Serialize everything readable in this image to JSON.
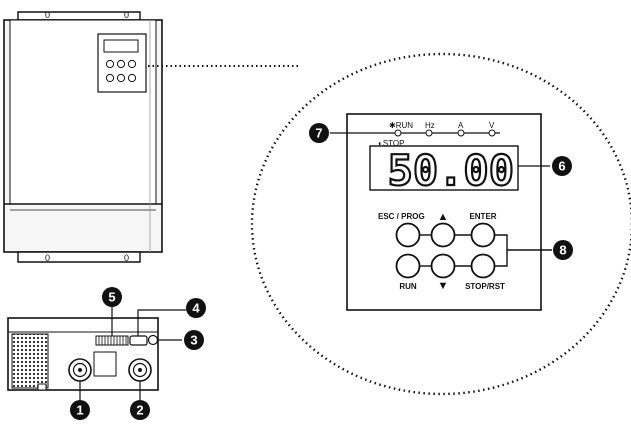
{
  "panel": {
    "indicators": {
      "run": "RUN",
      "hz": "Hz",
      "a": "A",
      "v": "V",
      "stop": "STOP"
    },
    "display_value": "50.00",
    "button_labels": {
      "esc_prog": "ESC / PROG",
      "enter": "ENTER",
      "run": "RUN",
      "stop_rst": "STOP/RST"
    }
  },
  "unit_markings": {
    "mounting_holes": [
      "0",
      "0",
      "0",
      "0"
    ]
  },
  "callouts": [
    "1",
    "2",
    "3",
    "4",
    "5",
    "6",
    "7",
    "8"
  ],
  "colors": {
    "line": "#111111",
    "panel_fill": "#ffffff",
    "mesh": "#222222",
    "unit_body": "#f4f4f4"
  }
}
